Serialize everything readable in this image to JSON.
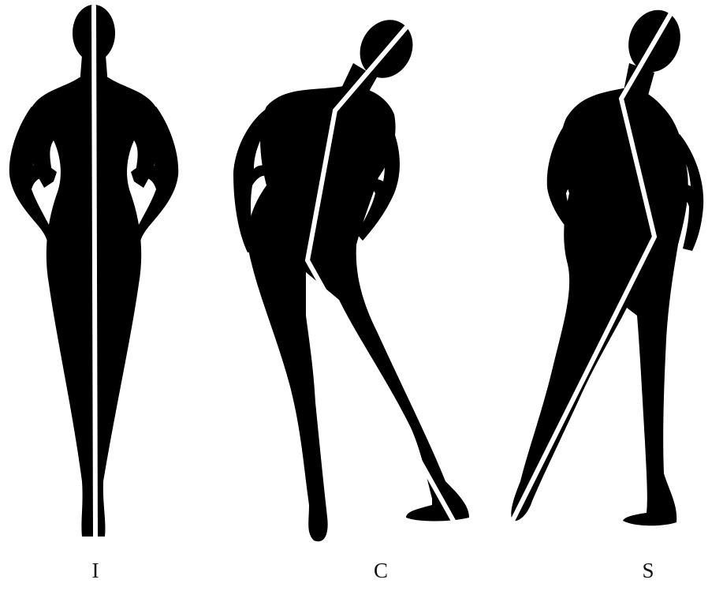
{
  "poses": [
    {
      "id": "i",
      "label": "I"
    },
    {
      "id": "c",
      "label": "C"
    },
    {
      "id": "s",
      "label": "S"
    }
  ],
  "colors": {
    "figure": "#000000",
    "line": "#ffffff",
    "label": "#111111",
    "background": "#ffffff"
  }
}
